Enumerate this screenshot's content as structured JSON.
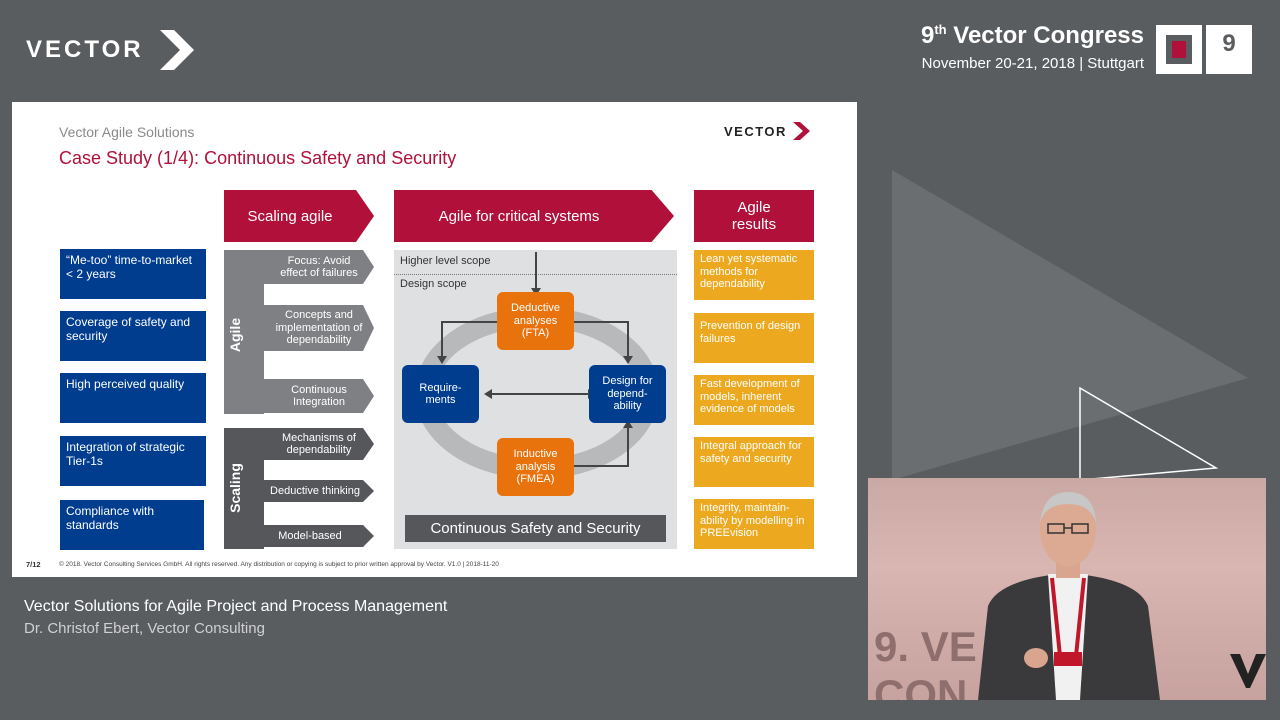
{
  "header": {
    "brand": "VECTOR",
    "congress_title_num": "9",
    "congress_title_sup": "th",
    "congress_title_rest": " Vector Congress",
    "congress_date": "November 20-21, 2018 | Stuttgart",
    "badge_number": "9"
  },
  "slide": {
    "subtitle": "Vector Agile Solutions",
    "title": "Case Study (1/4): Continuous Safety and Security",
    "logo": "VECTOR",
    "headers": {
      "scaling": "Scaling agile",
      "critical": "Agile for critical systems",
      "results": "Agile results"
    },
    "drivers": [
      "“Me-too” time-to-market < 2 years",
      "Coverage of safety and security",
      "High perceived quality",
      "Integration of strategic Tier-1s",
      "Compliance with standards"
    ],
    "agile_label": "Agile",
    "agile_items": [
      "Focus: Avoid effect of failures",
      "Concepts and implementation of dependability",
      "Continuous Integration"
    ],
    "scaling_label": "Scaling",
    "scaling_items": [
      "Mechanisms of dependability",
      "Deductive thinking",
      "Model-based"
    ],
    "diagram": {
      "higher_scope": "Higher level scope",
      "design_scope": "Design scope",
      "deductive": "Deductive analyses (FTA)",
      "requirements": "Require-ments",
      "design_for_dependability": "Design for depend-ability",
      "inductive": "Inductive analysis (FMEA)",
      "banner": "Continuous Safety and Security"
    },
    "results": [
      "Lean yet systematic methods for dependability",
      "Prevention of design failures",
      "Fast development of models, inherent evidence of models",
      "Integral approach for safety and security",
      "Integrity, maintain-ability by modelling in PREEvision"
    ],
    "page": "7/12",
    "footer": "© 2018. Vector Consulting Services GmbH. All rights reserved. Any distribution or copying is subject to prior written approval by Vector. V1.0 | 2018-11-20"
  },
  "caption": {
    "talk_title": "Vector Solutions for Agile Project and Process Management",
    "speaker": "Dr. Christof Ebert, Vector Consulting"
  },
  "video": {
    "backdrop_text_line1": "9. VE",
    "backdrop_text_line2": "CON"
  },
  "colors": {
    "brand_red": "#b0103a",
    "blue": "#003d8f",
    "orange_result": "#eca920",
    "orange_node": "#e8720c",
    "background": "#5a5d60"
  }
}
